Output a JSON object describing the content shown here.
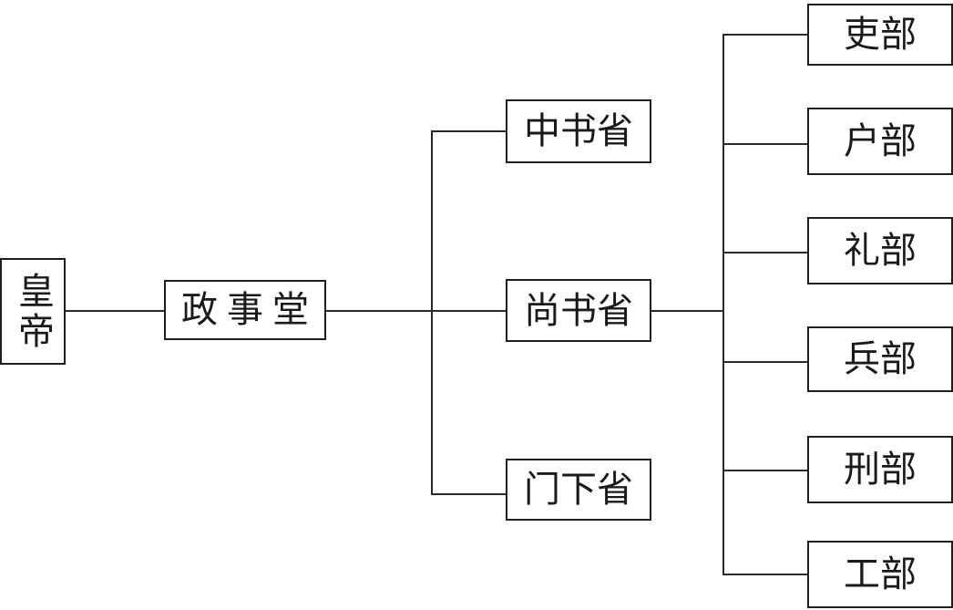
{
  "diagram": {
    "emperor": "皇帝",
    "council": "政事堂",
    "secretariat": "中书省",
    "state_affairs": "尚书省",
    "chancellery": "门下省",
    "ministries": [
      "吏部",
      "户部",
      "礼部",
      "兵部",
      "刑部",
      "工部"
    ]
  },
  "colors": {
    "line": "#2a2a2a",
    "border": "#1e1e1e",
    "text": "#1a1a1a",
    "background": "#ffffff"
  }
}
